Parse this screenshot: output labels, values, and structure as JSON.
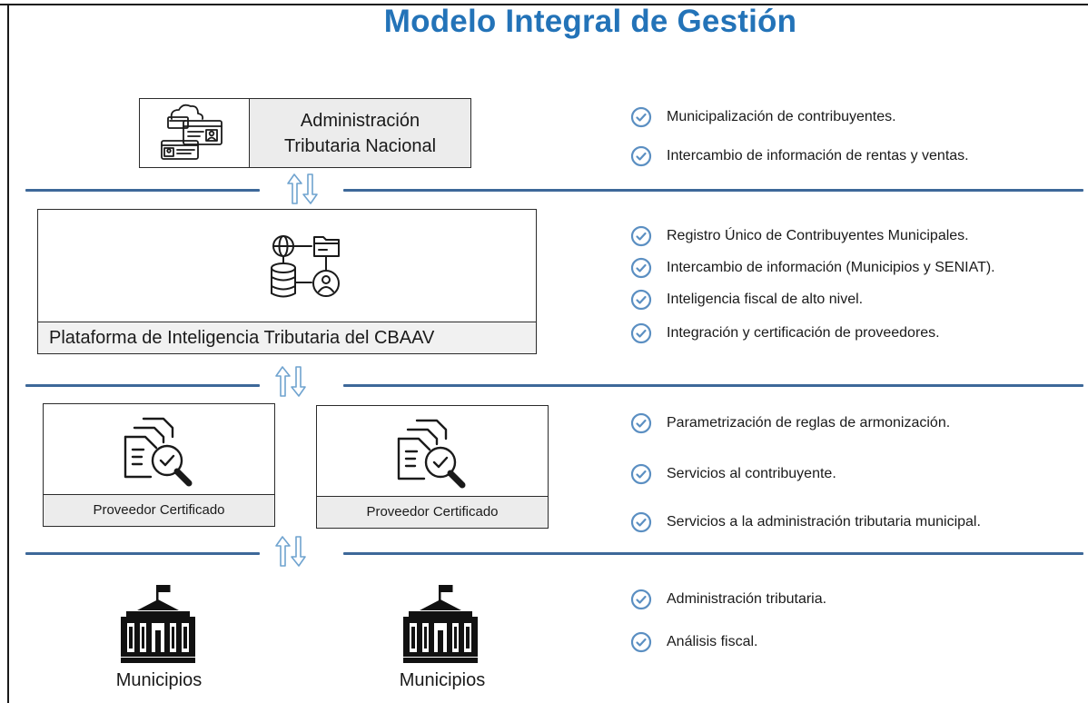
{
  "title": "Modelo Integral de Gestión",
  "colors": {
    "accent": "#2373b8",
    "separator": "#3d6899",
    "check": "#5b8fc2"
  },
  "tiers": [
    {
      "box_label": "Administración Tributaria Nacional",
      "box_label_lines": [
        "Administración",
        "Tributaria Nacional"
      ],
      "icon": "id-cards-cloud-icon",
      "items": [
        "Municipalización de contribuyentes.",
        "Intercambio de información de rentas y ventas."
      ]
    },
    {
      "box_label": "Plataforma de Inteligencia Tributaria del CBAAV",
      "icon": "network-database-icon",
      "items": [
        "Registro Único de Contribuyentes Municipales.",
        "Intercambio de información (Municipios y SENIAT).",
        "Inteligencia fiscal de alto nivel.",
        "Integración y certificación de proveedores."
      ]
    },
    {
      "providers": [
        "Proveedor Certificado",
        "Proveedor Certificado"
      ],
      "icon": "document-check-search-icon",
      "items": [
        "Parametrización de reglas de armonización.",
        "Servicios al contribuyente.",
        "Servicios a la administración tributaria municipal."
      ]
    },
    {
      "municipalities": [
        "Municipios",
        "Municipios"
      ],
      "icon": "town-hall-icon",
      "items": [
        "Administración tributaria.",
        "Análisis fiscal."
      ]
    }
  ]
}
